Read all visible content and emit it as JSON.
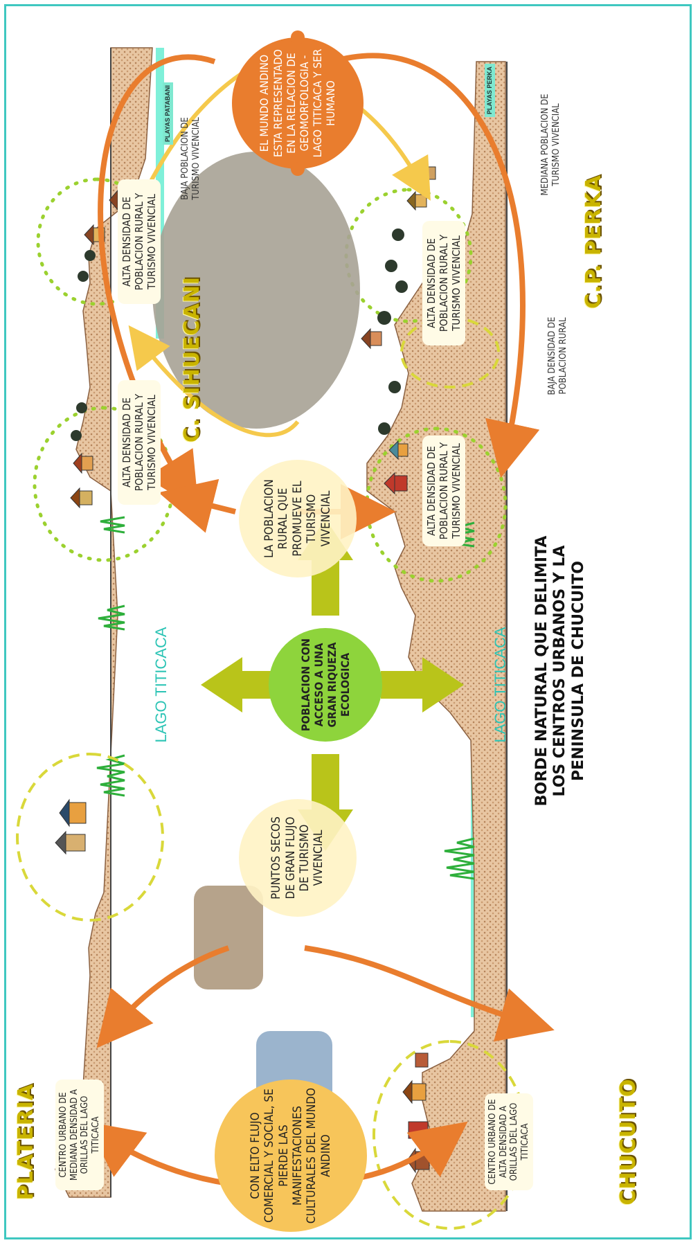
{
  "title": "BORDE NATURAL QUE DELIMITA LOS CENTROS URBANOS Y LA PENINSULA DE CHUCUITO",
  "lakes": [
    "LAGO TITICACA",
    "LAGO TITICACA"
  ],
  "places": {
    "chucuito": "CHUCUITO",
    "perka": "C.P. PERKA",
    "plateria": "PLATERIA",
    "sihuecani": "C. SIHUECANI"
  },
  "beaches": {
    "perka": "PLAYAS PERKA",
    "patabani": "PLAYAS PATABANI"
  },
  "circles": {
    "mundo_andino": "EL MUNDO ANDINO ESTA REPRESENTADO EN LA RELACION DE GEOMORFOLOGIA - LAGO TITICACA Y SER HUMANO",
    "poblacion_rural": "LA POBLACION RURAL QUE PROMUEVE EL TURISMO VIVENCIAL",
    "puntos_secos": "PUNTOS SECOS DE GRAN FLUJO DE TURISMO VIVENCIAL",
    "flujo_comercial": "CON ELTO FLUJO COMERCIAL Y SOCIAL, SE PIERDE LAS MANIFESTACIONES CULTURALES DEL MUNDO ANDINO",
    "riqueza": "POBLACION CON ACCESO A UNA GRAN RIQUEZA ECOLOGICA"
  },
  "boxes": {
    "alta_densidad_1": "ALTA DENSIDAD DE POBLACION RURAL Y TURISMO VIVENCIAL",
    "alta_densidad_2": "ALTA DENSIDAD DE POBLACION RURAL Y TURISMO VIVENCIAL",
    "alta_densidad_3": "ALTA DENSIDAD DE POBLACION RURAL Y TURISMO VIVENCIAL",
    "alta_densidad_4": "ALTA DENSIDAD DE POBLACION RURAL Y TURISMO VIVENCIAL",
    "centro_chucuito": "CENTRO URBANO DE ALTA DENSIDAD A ORILLAS DEL LAGO TITICACA",
    "centro_plateria": "CENTRO URBANO DE MEDIANA DENSIDAD A ORILLAS DEL LAGO TITICACA"
  },
  "notes": {
    "baja_densidad": "BAJA DENSIDAD DE POBLACION RURAL",
    "mediana_poblacion": "MEDIANA POBLACION DE TURISMO VIVENCIAL",
    "baja_poblacion": "BAJA POBLACION DE TURISMO VIVENCIAL"
  },
  "colors": {
    "terrain": "#e8c6a2",
    "terrain_dots": "#b4835a",
    "arrow_orange": "#e97d2e",
    "arrow_yellow": "#f5c94c",
    "green_circle": "#8ed43c",
    "lime_arrow": "#b9c41a",
    "dotted_green": "#9bd12f",
    "lake": "#7ff0d9",
    "frame": "#3fc7c0"
  }
}
